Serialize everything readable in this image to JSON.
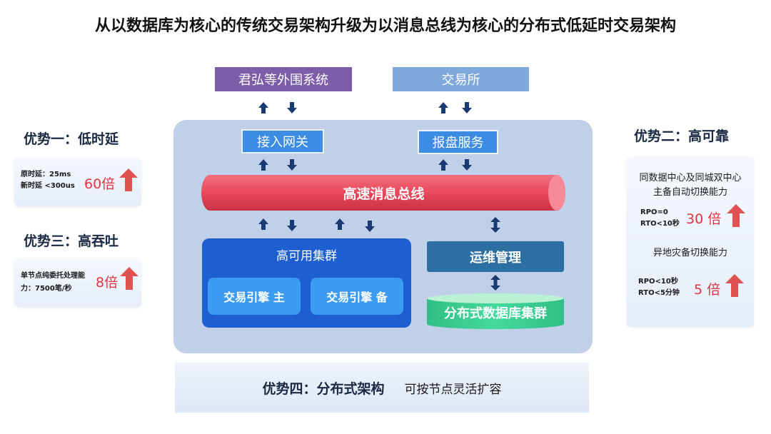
{
  "title": "从以数据库为核心的传统交易架构升级为以消息总线为核心的分布式低延时交易架构",
  "top": {
    "periphery": "君弘等外围系统",
    "exchange": "交易所"
  },
  "center": {
    "gateway": "接入网关",
    "report": "报盘服务",
    "bus": "高速消息总线",
    "cluster_title": "高可用集群",
    "engine_main": "交易引擎 主",
    "engine_backup": "交易引擎 备",
    "ops": "运维管理",
    "db_cluster": "分布式数据库集群"
  },
  "advantages": {
    "one": {
      "title": "优势一：低时延",
      "line1": "原时延：25ms",
      "line2": "新时延 <300us",
      "multiple": "60倍"
    },
    "three": {
      "title": "优势三：高吞吐",
      "line1": "单节点纯委托处理能",
      "line2": "力：7500笔/秒",
      "multiple": "8倍"
    },
    "two": {
      "title": "优势二：高可靠",
      "desc1a": "同数据中心及同城双中心",
      "desc1b": "主备自动切换能力",
      "rpo1": "RPO=0",
      "rto1": "RTO<10秒",
      "mult1": "30 倍",
      "desc2": "异地灾备切换能力",
      "rpo2": "RPO<10秒",
      "rto2": "RTO<5分钟",
      "mult2": "5 倍"
    },
    "four": {
      "title": "优势四：分布式架构",
      "desc": "可按节点灵活扩容"
    }
  },
  "colors": {
    "periphery": "#7d5ca8",
    "exchange": "#7fa8dc",
    "bus": "#e8485a",
    "cluster": "#1d5fd0",
    "engine": "#3b9bf0",
    "ops": "#2c6fa2",
    "db": "#3ccf95",
    "arrow_navy": "#1a3a73",
    "up_arrow": "#e05252"
  },
  "icons": [
    "arrow-up-icon",
    "arrow-down-icon",
    "double-arrow-icon",
    "red-up-arrow-icon"
  ]
}
